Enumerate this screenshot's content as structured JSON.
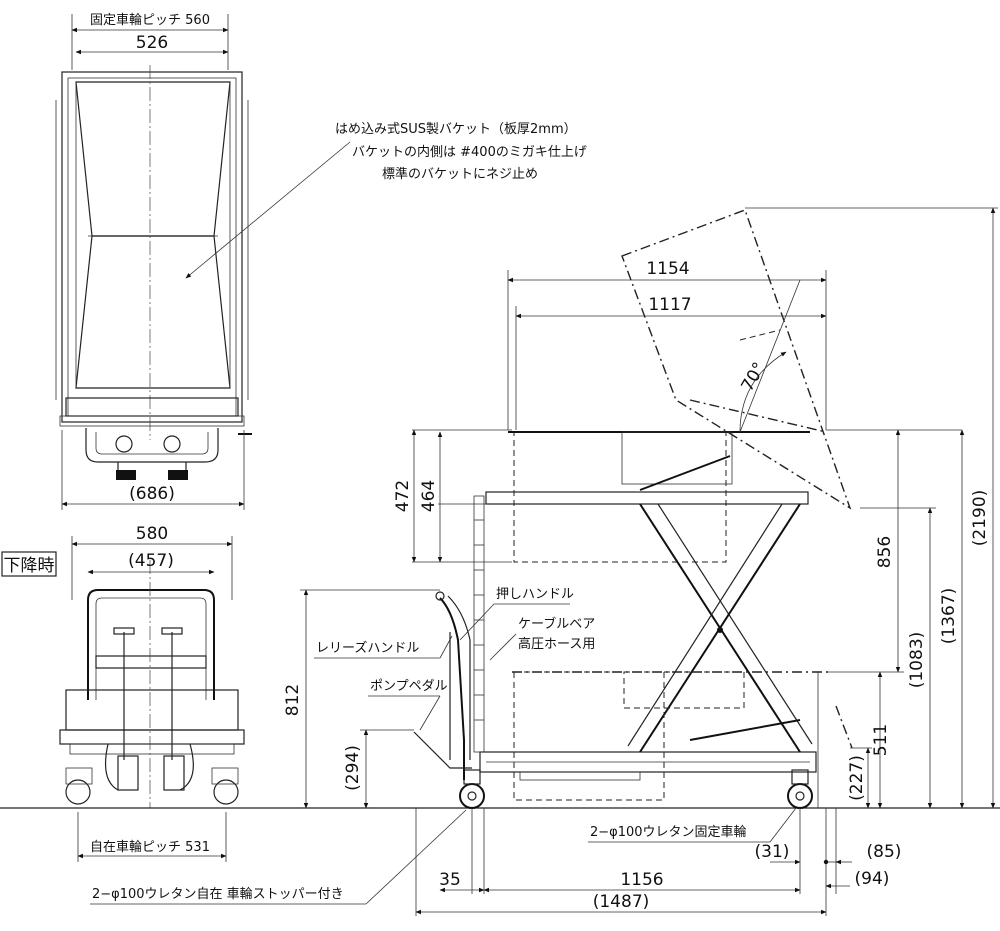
{
  "dims": {
    "top_fixed_pitch": "固定車輪ピッチ 560",
    "top_width": "526",
    "top_overall": "(686)",
    "front_width": "580",
    "front_inner": "(457)",
    "front_caster_pitch": "自在車輪ピッチ 531",
    "d1154": "1154",
    "d1117": "1117",
    "d472": "472",
    "d464": "464",
    "d856": "856",
    "d1083": "(1083)",
    "d1367": "(1367)",
    "d2190": "(2190)",
    "d812": "812",
    "d294": "(294)",
    "d511": "511",
    "d227": "(227)",
    "d35": "35",
    "d1156": "1156",
    "d1487": "(1487)",
    "d31": "(31)",
    "d85": "(85)",
    "d94": "(94)",
    "angle": "70°"
  },
  "labels": {
    "lowered": "下降時",
    "bucket_line1": "はめ込み式SUS製バケット（板厚2mm）",
    "bucket_line2": "バケットの内側は #400のミガキ仕上げ",
    "bucket_line3": "標準のバケットにネジ止め",
    "push_handle": "押しハンドル",
    "cable_bear_1": "ケーブルベア",
    "cable_bear_2": "高圧ホース用",
    "release_handle": "レリーズハンドル",
    "pump_pedal": "ポンプペダル",
    "fixed_wheel": "2−φ100ウレタン固定車輪",
    "swivel_wheel": "2−φ100ウレタン自在 車輪ストッパー付き"
  }
}
